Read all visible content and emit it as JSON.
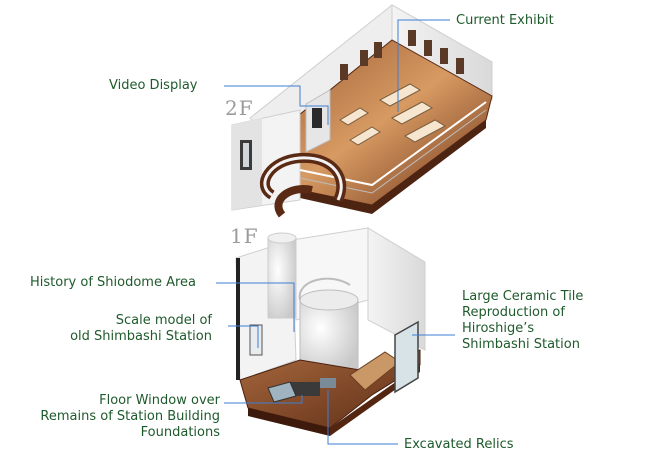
{
  "floors": {
    "upper": "2F",
    "lower": "1F"
  },
  "labels": {
    "current_exhibit": "Current Exhibit",
    "video_display": "Video Display",
    "history": "History of Shiodome Area",
    "scale_model": [
      "Scale model of",
      "old Shimbashi Station"
    ],
    "tile": [
      "Large Ceramic Tile",
      "Reproduction of",
      "Hiroshige’s",
      "Shimbashi Station"
    ],
    "floor_window": [
      "Floor Window over",
      "Remains of Station Building",
      "Foundations"
    ],
    "relics": "Excavated Relics"
  },
  "colors": {
    "label_text": "#1f5a2c",
    "leader_line": "#3d7fd3",
    "floor_label": "#9a9a9a",
    "floor_wood": "#7a3e22"
  }
}
